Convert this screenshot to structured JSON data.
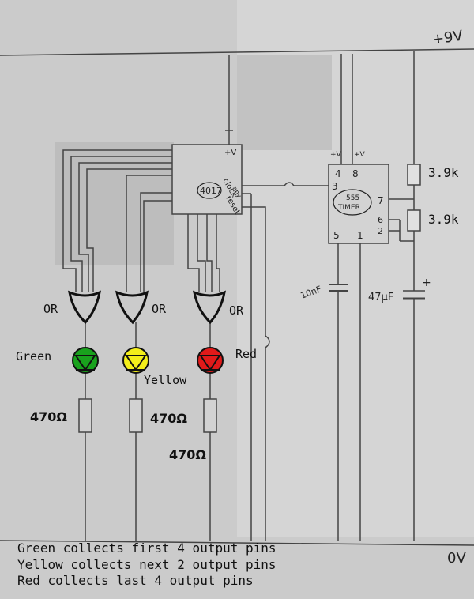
{
  "supply": {
    "positive": "+9V",
    "ground": "0V"
  },
  "counter": {
    "ic_label": "4017",
    "pin_vcc": "+V",
    "pin_clock": "clock",
    "pin_reset": "reset",
    "note": "any"
  },
  "timer": {
    "ic_label_line1": "555",
    "ic_label_line2": "TIMER",
    "pin_vcc_a": "+V",
    "pin_vcc_b": "+V",
    "pin4": "4",
    "pin8": "8",
    "pin3": "3",
    "pin7": "7",
    "pin6": "6",
    "pin2": "2",
    "pin5": "5",
    "pin1": "1"
  },
  "components": {
    "resistor_top": "3.9k",
    "resistor_bottom": "3.9k",
    "capacitor_small": "10nF",
    "capacitor_large": "47µF",
    "capacitor_large_polarity": "+",
    "led_resistor_green": "470Ω",
    "led_resistor_yellow": "470Ω",
    "led_resistor_red": "470Ω"
  },
  "gates": {
    "green": "OR",
    "yellow": "OR",
    "red": "OR"
  },
  "leds": {
    "green": {
      "label": "Green",
      "color": "#19a21d"
    },
    "yellow": {
      "label": "Yellow",
      "color": "#f3ee1a"
    },
    "red": {
      "label": "Red",
      "color": "#e01a1a"
    }
  },
  "notes": [
    "Green collects first 4 output pins",
    "Yellow collects next 2 output pins",
    "Red collects last 4 output pins"
  ]
}
